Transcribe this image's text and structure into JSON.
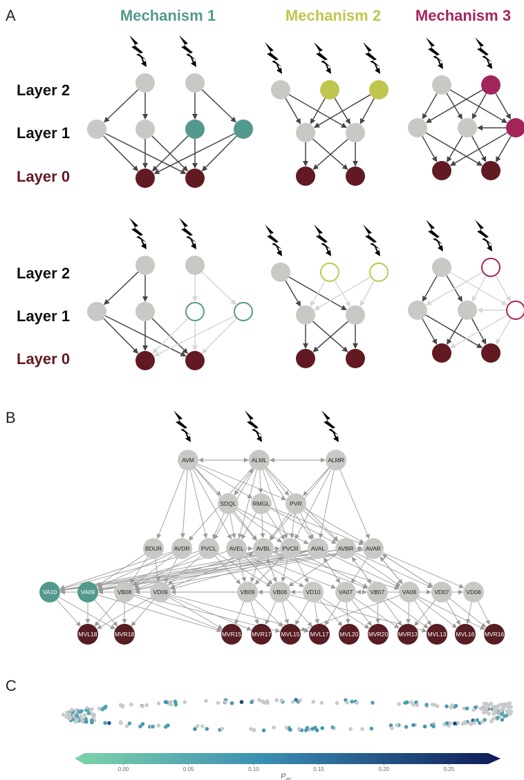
{
  "panels": {
    "a": "A",
    "b": "B",
    "c": "C"
  },
  "mechanisms": [
    {
      "title": "Mechanism 1",
      "color": "#53998e"
    },
    {
      "title": "Mechanism 2",
      "color": "#c0c64d"
    },
    {
      "title": "Mechanism 3",
      "color": "#a3245b"
    }
  ],
  "layers": {
    "layer2": "Layer 2",
    "layer1": "Layer 1",
    "layer0": "Layer 0"
  },
  "colors": {
    "neutral": "#c8c8c5",
    "muscle": "#611a21",
    "sensory_highlight": "#53998e",
    "edge": "#444444",
    "edge_faded": "#d6d6d6",
    "network_edge": "#9a9a9a"
  },
  "network": {
    "sensory": [
      "AVM",
      "ALML",
      "ALMR"
    ],
    "inter_upper": [
      "SDQL",
      "RMGL",
      "PVR"
    ],
    "inter": [
      "BDUR",
      "AVDR",
      "PVCL",
      "AVEL",
      "AVBL",
      "PVCR",
      "AVAL",
      "AVBR",
      "AVAR"
    ],
    "motor": [
      "VA10",
      "VA09",
      "VB08",
      "VD09",
      "VB09",
      "VB06",
      "VD10",
      "VA07",
      "VB07",
      "VA08",
      "VD07",
      "VD08"
    ],
    "motor_highlighted": [
      "VA10",
      "VA09"
    ],
    "muscles": [
      "MVL18",
      "MVR18",
      "MVR15",
      "MVR17",
      "MVL15",
      "MVL17",
      "MVL20",
      "MVR20",
      "MVR13",
      "MVL13",
      "MVL16",
      "MVR16"
    ]
  },
  "colorbar": {
    "label": "P",
    "label_sub": "ac",
    "ticks": [
      "0.00",
      "0.05",
      "0.10",
      "0.15",
      "0.20",
      "0.25"
    ],
    "tick_values": [
      0.0,
      0.05,
      0.1,
      0.15,
      0.2,
      0.25
    ],
    "range": [
      -0.03,
      0.28
    ],
    "color_low": "#7fd3a8",
    "color_mid": "#3a8db4",
    "color_high": "#0f1b56"
  }
}
